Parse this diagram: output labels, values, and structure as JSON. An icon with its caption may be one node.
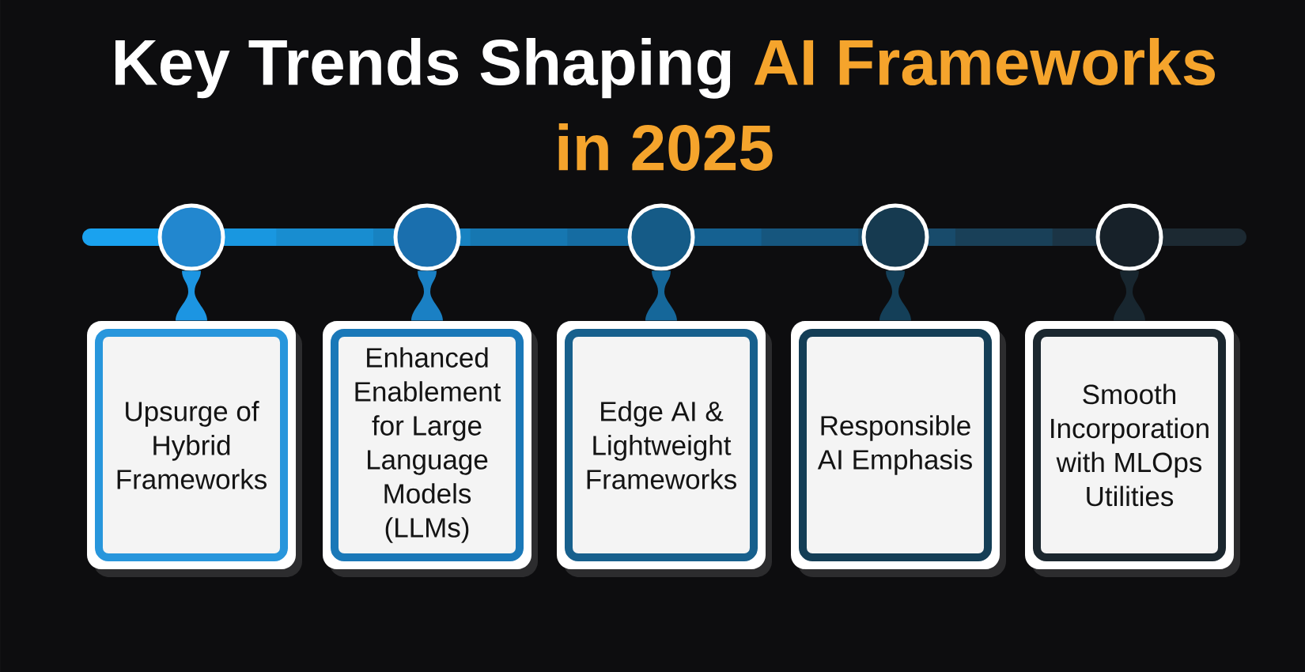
{
  "diagram": {
    "title": "Key Trends Shaping **AI Frameworks in 2025**",
    "nodes": [
      {
        "text": [],
        "shape": "circle"
      },
      {
        "text": [],
        "shape": "circle"
      },
      {
        "text": [],
        "shape": "circle"
      },
      {
        "text": [],
        "shape": "circle"
      },
      {
        "text": [],
        "shape": "circle"
      },
      {
        "text": [
          "Upsurge of Hybrid Frameworks"
        ]
      },
      {
        "text": [
          "Enhanced Enablement for Large Language Models (LLMs)"
        ]
      },
      {
        "text": [
          "Edge AI & Lightweight Frameworks"
        ]
      },
      {
        "text": [
          "Responsible AI Emphasis"
        ]
      },
      {
        "text": [
          "Smooth Incorporation with MLOps Utilities"
        ]
      }
    ],
    "edges": [
      {
        "from": 0,
        "to": 5,
        "arrow": "none"
      },
      {
        "from": 1,
        "to": 6,
        "arrow": "none"
      },
      {
        "from": 2,
        "to": 7,
        "arrow": "none"
      },
      {
        "from": 3,
        "to": 8,
        "arrow": "none"
      },
      {
        "from": 4,
        "to": 9,
        "arrow": "none"
      }
    ]
  }
}
